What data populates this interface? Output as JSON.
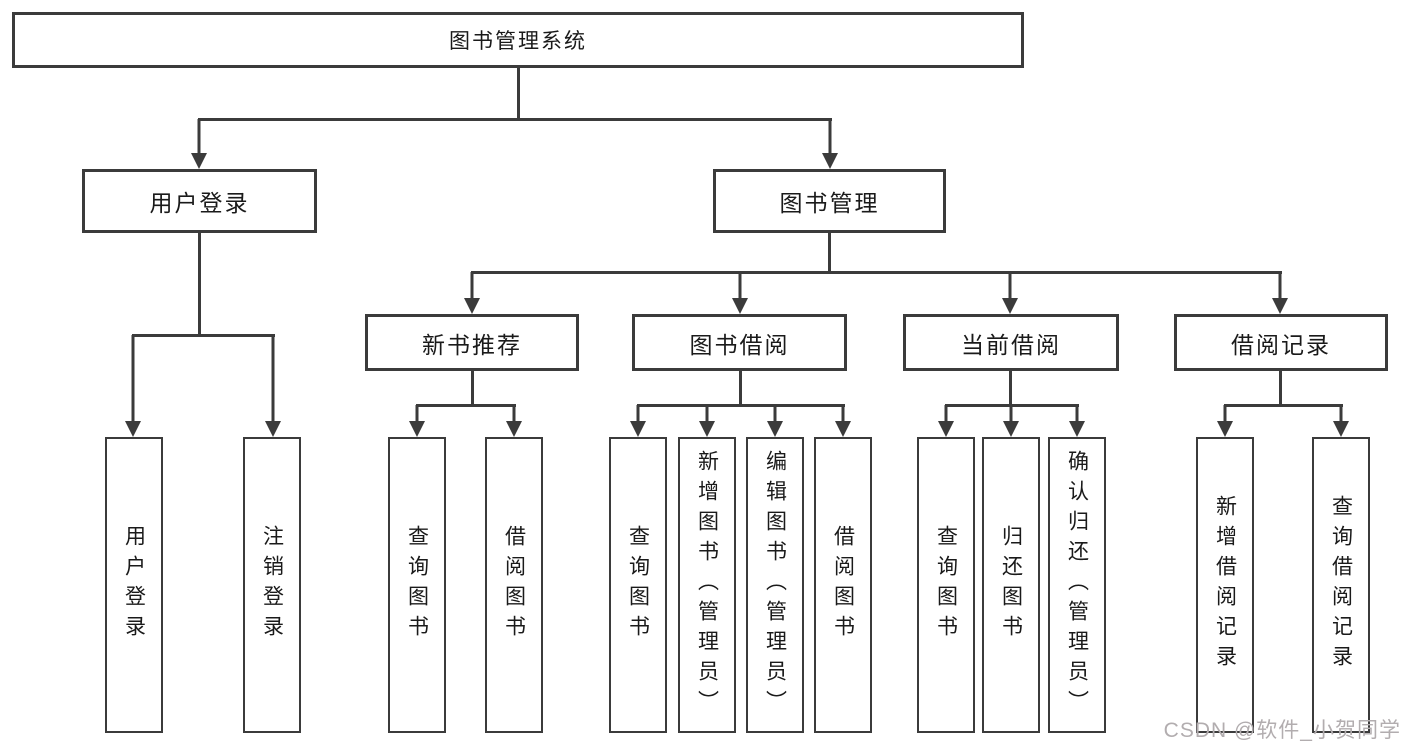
{
  "diagram": {
    "root": {
      "label": "图书管理系统"
    },
    "level2": [
      {
        "id": "user-login",
        "label": "用户登录"
      },
      {
        "id": "book-management",
        "label": "图书管理"
      }
    ],
    "level3": [
      {
        "id": "new-book-recommend",
        "label": "新书推荐",
        "parent": "图书管理"
      },
      {
        "id": "book-borrowing",
        "label": "图书借阅",
        "parent": "图书管理"
      },
      {
        "id": "current-borrowing",
        "label": "当前借阅",
        "parent": "图书管理"
      },
      {
        "id": "borrow-records",
        "label": "借阅记录",
        "parent": "图书管理"
      }
    ],
    "leaves": [
      {
        "label": "用户登录",
        "parent": "用户登录"
      },
      {
        "label": "注销登录",
        "parent": "用户登录"
      },
      {
        "label": "查询图书",
        "parent": "新书推荐"
      },
      {
        "label": "借阅图书",
        "parent": "新书推荐"
      },
      {
        "label": "查询图书",
        "parent": "图书借阅"
      },
      {
        "label": "新增图书（管理员）",
        "parent": "图书借阅"
      },
      {
        "label": "编辑图书（管理员）",
        "parent": "图书借阅"
      },
      {
        "label": "借阅图书",
        "parent": "图书借阅"
      },
      {
        "label": "查询图书",
        "parent": "当前借阅"
      },
      {
        "label": "归还图书",
        "parent": "当前借阅"
      },
      {
        "label": "确认归还（管理员）",
        "parent": "当前借阅"
      },
      {
        "label": "新增借阅记录",
        "parent": "借阅记录"
      },
      {
        "label": "查询借阅记录",
        "parent": "借阅记录"
      }
    ],
    "watermark": "CSDN @软件_小贺同学",
    "colors": {
      "line": "#3b3b3b",
      "text": "#1a1a1a",
      "watermark": "#b2adaf",
      "background": "#ffffff"
    }
  }
}
